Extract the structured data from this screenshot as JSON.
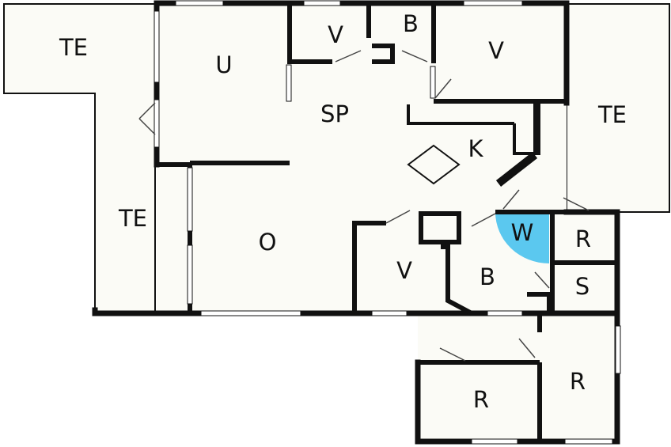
{
  "colors": {
    "background": "#ffffff",
    "floor": "#fbfbf6",
    "wall": "#111111",
    "window": "#ffffff",
    "door_swing": "#444444",
    "highlight": "#5bc8ef"
  },
  "rooms": [
    {
      "id": "te-top-left",
      "label": "TE"
    },
    {
      "id": "u",
      "label": "U"
    },
    {
      "id": "v-top-small",
      "label": "V"
    },
    {
      "id": "b-top",
      "label": "B"
    },
    {
      "id": "v-top-right",
      "label": "V"
    },
    {
      "id": "sp",
      "label": "SP"
    },
    {
      "id": "te-right",
      "label": "TE"
    },
    {
      "id": "k",
      "label": "K"
    },
    {
      "id": "te-left",
      "label": "TE"
    },
    {
      "id": "o",
      "label": "O"
    },
    {
      "id": "w",
      "label": "W"
    },
    {
      "id": "r-small",
      "label": "R"
    },
    {
      "id": "v-bottom",
      "label": "V"
    },
    {
      "id": "b-bottom",
      "label": "B"
    },
    {
      "id": "s",
      "label": "S"
    },
    {
      "id": "r-bottom-right",
      "label": "R"
    },
    {
      "id": "r-bottom",
      "label": "R"
    }
  ],
  "icons": {
    "stove": "diamond-icon"
  }
}
